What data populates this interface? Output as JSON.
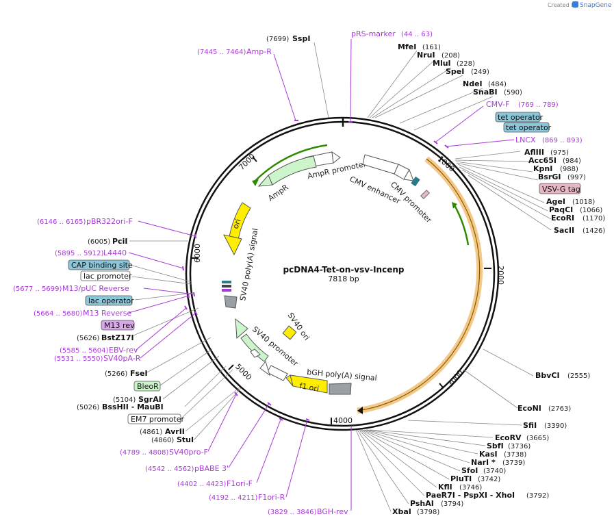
{
  "credit": {
    "created_by": "Created by",
    "brand": "SnapGene"
  },
  "plasmid": {
    "name": "pcDNA4-Tet-on-vsv-Incenp",
    "size": "7818 bp"
  },
  "ticks": [
    "1000",
    "2000",
    "3000",
    "4000",
    "5000",
    "6000",
    "7000"
  ],
  "features": {
    "ampr_promoter": "AmpR promoter",
    "ampr": "AmpR",
    "ori": "ori",
    "cmv_enhancer": "CMV enhancer",
    "cmv_promoter": "CMV promoter",
    "sv40_polyA": "SV40 poly(A) signal",
    "sv40_ori": "SV40 ori",
    "sv40_promoter": "SV40 promoter",
    "bgh_polyA": "bGH poly(A) signal",
    "f1_ori": "f1 ori"
  },
  "boxed_labels": {
    "tet_operator_1": "tet operator",
    "tet_operator_2": "tet operator",
    "vsvg_tag": "VSV-G tag",
    "cap_binding_site": "CAP binding site",
    "lac_promoter": "lac promoter",
    "lac_operator": "lac operator",
    "m13_rev": "M13 rev",
    "bleor": "BleoR",
    "em7_promoter": "EM7 promoter"
  },
  "enzymes": [
    {
      "name": "SspI",
      "pos": "(7699)"
    },
    {
      "name": "MfeI",
      "pos": "(161)"
    },
    {
      "name": "NruI",
      "pos": "(208)"
    },
    {
      "name": "MluI",
      "pos": "(228)"
    },
    {
      "name": "SpeI",
      "pos": "(249)"
    },
    {
      "name": "NdeI",
      "pos": "(484)"
    },
    {
      "name": "SnaBI",
      "pos": "(590)"
    },
    {
      "name": "AflIII",
      "pos": "(975)"
    },
    {
      "name": "Acc65I",
      "pos": "(984)"
    },
    {
      "name": "KpnI",
      "pos": "(988)"
    },
    {
      "name": "BsrGI",
      "pos": "(997)"
    },
    {
      "name": "AgeI",
      "pos": "(1018)"
    },
    {
      "name": "PaqCI",
      "pos": "(1066)"
    },
    {
      "name": "EcoRI",
      "pos": "(1170)"
    },
    {
      "name": "SacII",
      "pos": "(1426)"
    },
    {
      "name": "BbvCI",
      "pos": "(2555)"
    },
    {
      "name": "EcoNI",
      "pos": "(2763)"
    },
    {
      "name": "SfiI",
      "pos": "(3390)"
    },
    {
      "name": "EcoRV",
      "pos": "(3665)"
    },
    {
      "name": "SbfI",
      "pos": "(3736)"
    },
    {
      "name": "KasI",
      "pos": "(3738)"
    },
    {
      "name": "NarI *",
      "pos": "(3739)"
    },
    {
      "name": "SfoI",
      "pos": "(3740)"
    },
    {
      "name": "PluTI",
      "pos": "(3742)"
    },
    {
      "name": "KflI",
      "pos": "(3746)"
    },
    {
      "name": "PaeR7I - PspXI - XhoI",
      "pos": "(3792)"
    },
    {
      "name": "PshAI",
      "pos": "(3794)"
    },
    {
      "name": "XbaI",
      "pos": "(3798)"
    },
    {
      "name": "PciI",
      "pos": "(6005)"
    },
    {
      "name": "BstZ17I",
      "pos": "(5626)"
    },
    {
      "name": "FseI",
      "pos": "(5266)"
    },
    {
      "name": "SgrAI",
      "pos": "(5104)"
    },
    {
      "name": "BssHII - MauBI",
      "pos": "(5026)"
    },
    {
      "name": "AvrII",
      "pos": "(4861)"
    },
    {
      "name": "StuI",
      "pos": "(4860)"
    }
  ],
  "primers": [
    {
      "name": "pRS-marker",
      "pos": "(44 .. 63)"
    },
    {
      "name": "Amp-R",
      "pos": "(7445 .. 7464)"
    },
    {
      "name": "CMV-F",
      "pos": "(769 .. 789)"
    },
    {
      "name": "LNCX",
      "pos": "(869 .. 893)"
    },
    {
      "name": "pBR322ori-F",
      "pos": "(6146 .. 6165)"
    },
    {
      "name": "L4440",
      "pos": "(5895 .. 5912)"
    },
    {
      "name": "M13/pUC Reverse",
      "pos": "(5677 .. 5699)"
    },
    {
      "name": "M13 Reverse",
      "pos": "(5664 .. 5680)"
    },
    {
      "name": "EBV-rev",
      "pos": "(5585 .. 5604)"
    },
    {
      "name": "SV40pA-R",
      "pos": "(5531 .. 5550)"
    },
    {
      "name": "SV40pro-F",
      "pos": "(4789 .. 4808)"
    },
    {
      "name": "pBABE 3'",
      "pos": "(4542 .. 4562)"
    },
    {
      "name": "F1ori-F",
      "pos": "(4402 .. 4423)"
    },
    {
      "name": "F1ori-R",
      "pos": "(4192 .. 4211)"
    },
    {
      "name": "BGH-rev",
      "pos": "(3829 .. 3846)"
    }
  ],
  "colors": {
    "primer": "#a63ad6",
    "ampr": "#ccf5cc",
    "ori": "#ffee00",
    "orange_feature": "#f3c98a",
    "green_arrow": "#2e8b00",
    "tet_operator": "#8cc6d8",
    "vsvg_tag": "#e8b7c4",
    "m13_rev": "#d9a8e8",
    "bleor": "#ccf5cc",
    "polyA": "#9aa0a6"
  }
}
